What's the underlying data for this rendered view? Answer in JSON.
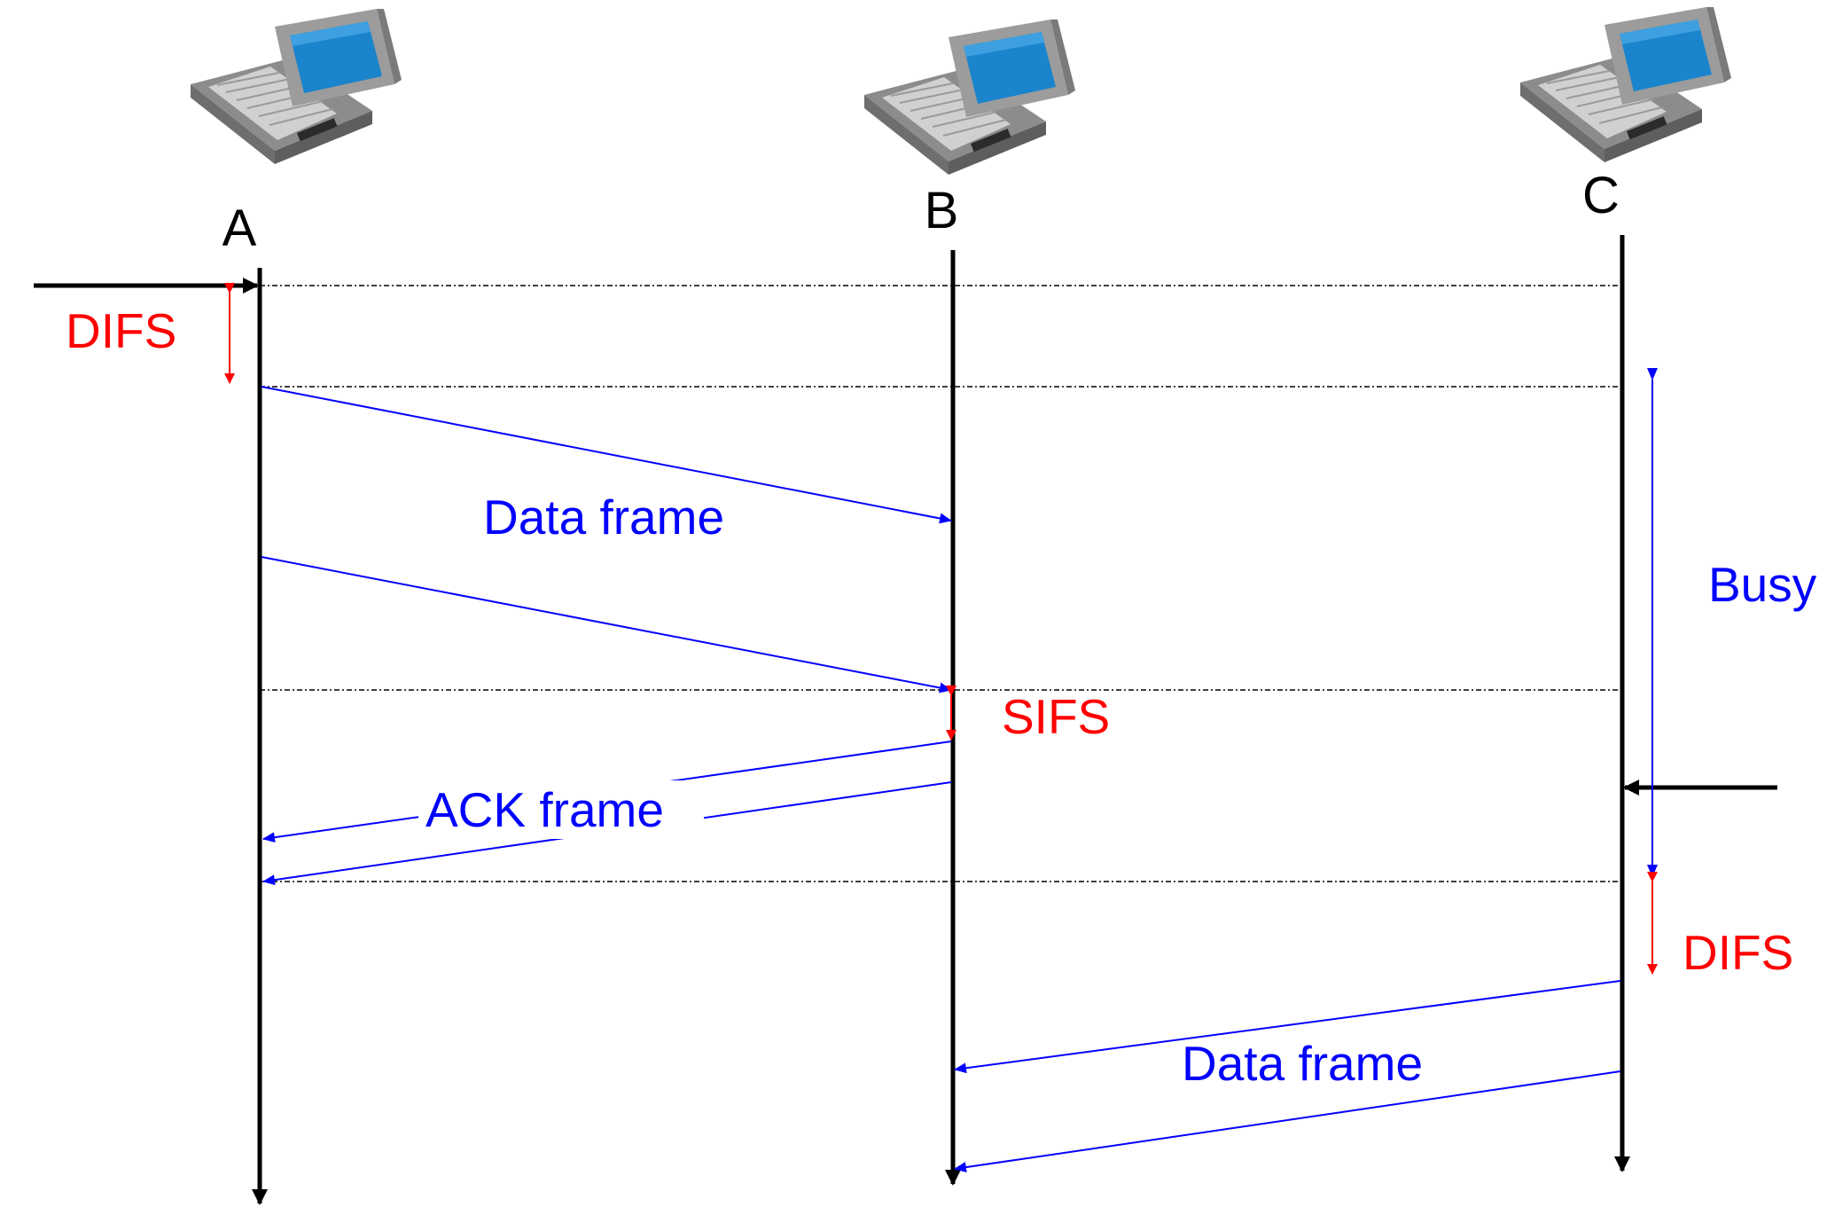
{
  "nodes": [
    {
      "label": "A",
      "icon": "laptop-icon"
    },
    {
      "label": "B",
      "icon": "laptop-icon"
    },
    {
      "label": "C",
      "icon": "laptop-icon"
    }
  ],
  "labels": {
    "difs_a": "DIFS",
    "data_frame_ab": "Data frame",
    "sifs": "SIFS",
    "ack_frame": "ACK frame",
    "busy": "Busy",
    "difs_c": "DIFS",
    "data_frame_cb": "Data frame"
  },
  "colors": {
    "timeline": "#000000",
    "frame": "#0000ff",
    "interval": "#ff0000",
    "laptop_screen": "#1a84cc",
    "laptop_body": "#a6a6a6"
  }
}
